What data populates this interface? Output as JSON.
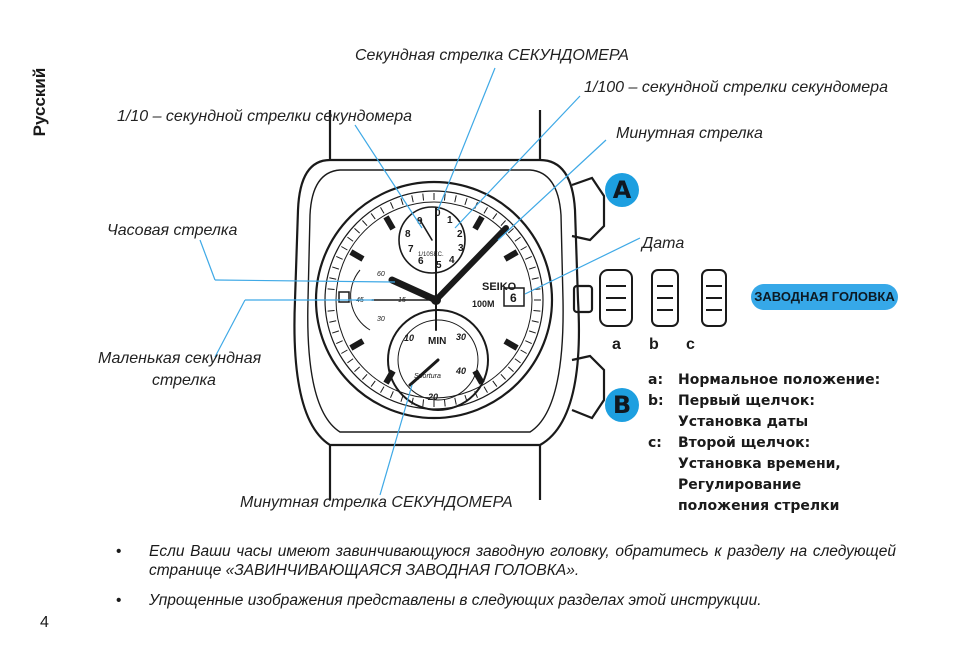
{
  "language_tab": "Русский",
  "callouts": {
    "chrono_second_hand": "Секундная стрелка СЕКУНДОМЕРА",
    "hundredth_hand": "1/100 – секундной стрелки секундомера",
    "tenth_hand": "1/10 – секундной стрелки секундомера",
    "minute_hand": "Минутная стрелка",
    "hour_hand": "Часовая стрелка",
    "date": "Дата",
    "small_second_hand_1": "Маленькая секундная",
    "small_second_hand_2": "стрелка",
    "chrono_minute_hand": "Минутная стрелка СЕКУНДОМЕРА"
  },
  "buttons": {
    "a": "A",
    "b": "B"
  },
  "crown_label": "ЗАВОДНАЯ ГОЛОВКА",
  "crown_positions": [
    "a",
    "b",
    "c"
  ],
  "dial": {
    "brand": "SEIKO",
    "depth": "100M",
    "date_value": "6",
    "subdial_top_label": "1/10SEC.",
    "subdial_top_numbers": [
      "0",
      "1",
      "2",
      "3",
      "4",
      "5",
      "6",
      "7",
      "8",
      "9"
    ],
    "subdial_bottom_label": "MIN",
    "subdial_bottom_numbers": [
      "10",
      "20",
      "30",
      "40"
    ],
    "small_sec_numbers": [
      "60",
      "45",
      "15",
      "30"
    ],
    "model": "Sportura"
  },
  "legend": [
    {
      "key": "a:",
      "lines": [
        "Нормальное положение:"
      ]
    },
    {
      "key": "b:",
      "lines": [
        "Первый щелчок:",
        "Установка даты"
      ]
    },
    {
      "key": "c:",
      "lines": [
        "Второй щелчок:",
        "Установка времени,",
        "Регулирование",
        "положения стрелки"
      ]
    }
  ],
  "notes": [
    "Если Ваши часы имеют завинчивающуюся заводную головку, обратитесь к разделу на следующей странице «ЗАВИНЧИВАЮЩАЯСЯ ЗАВОДНАЯ ГОЛОВКА».",
    "Упрощенные изображения представлены в следующих разделах этой инструкции."
  ],
  "page_number": "4"
}
